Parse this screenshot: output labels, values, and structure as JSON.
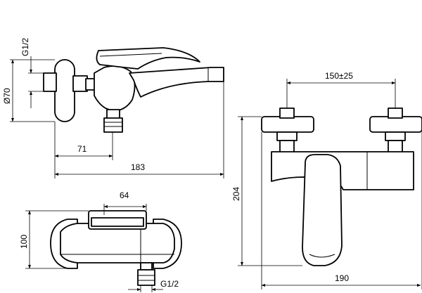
{
  "views": {
    "side": {
      "thread_label": "G1/2",
      "diameter_label": "Ø70",
      "dim_inlet_to_outlet": "71",
      "dim_overall_length": "183"
    },
    "front": {
      "dim_center_spacing": "150±25",
      "dim_height": "204",
      "dim_width": "190"
    },
    "top": {
      "dim_handle_width": "64",
      "dim_depth": "100",
      "thread_label": "G1/2"
    }
  }
}
